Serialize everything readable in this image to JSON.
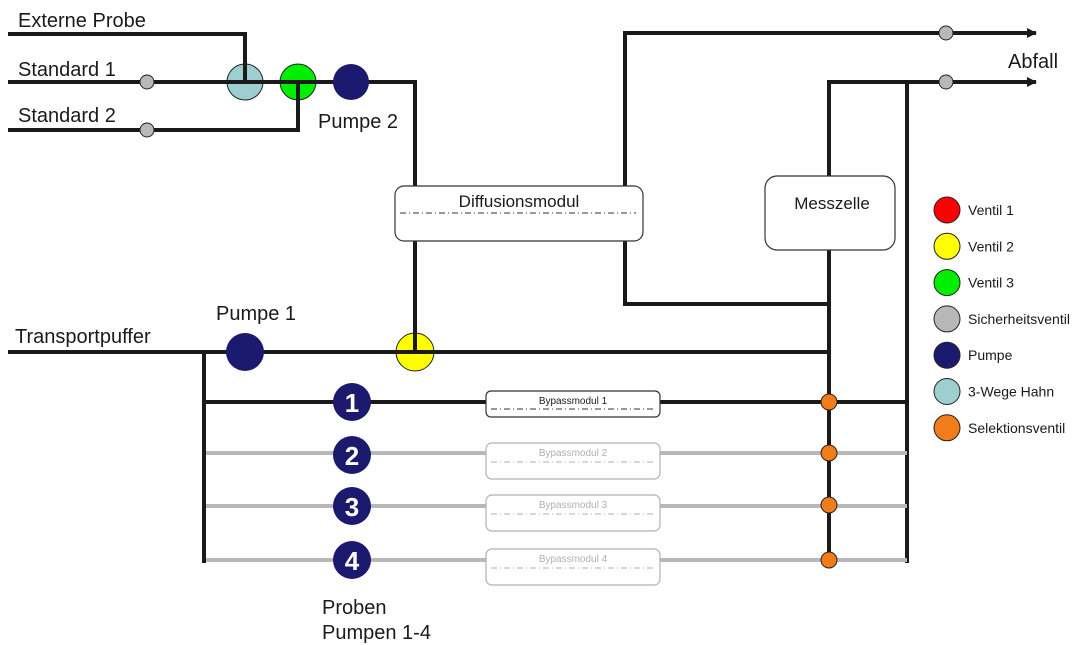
{
  "inputs": {
    "externe_probe": "Externe Probe",
    "standard_1": "Standard 1",
    "standard_2": "Standard 2",
    "transportpuffer": "Transportpuffer"
  },
  "pumps": {
    "pumpe_1": "Pumpe 1",
    "pumpe_2": "Pumpe 2",
    "proben_line1": "Proben",
    "proben_line2": "Pumpen 1-4",
    "numbers": [
      "1",
      "2",
      "3",
      "4"
    ]
  },
  "modules": {
    "diffusion": "Diffusionsmodul",
    "messzelle": "Messzelle",
    "bypass": [
      "Bypassmodul 1",
      "Bypassmodul 2",
      "Bypassmodul 3",
      "Bypassmodul 4"
    ]
  },
  "outputs": {
    "abfall": "Abfall"
  },
  "legend": [
    {
      "label": "Ventil 1",
      "color": "#ff0000"
    },
    {
      "label": "Ventil 2",
      "color": "#ffff00"
    },
    {
      "label": "Ventil 3",
      "color": "#00ee00"
    },
    {
      "label": "Sicherheitsventil",
      "color": "#b8b8b8"
    },
    {
      "label": "Pumpe",
      "color": "#1c1a6e"
    },
    {
      "label": "3-Wege Hahn",
      "color": "#9ecfd0"
    },
    {
      "label": "Selektionsventil",
      "color": "#f07c1a"
    }
  ]
}
